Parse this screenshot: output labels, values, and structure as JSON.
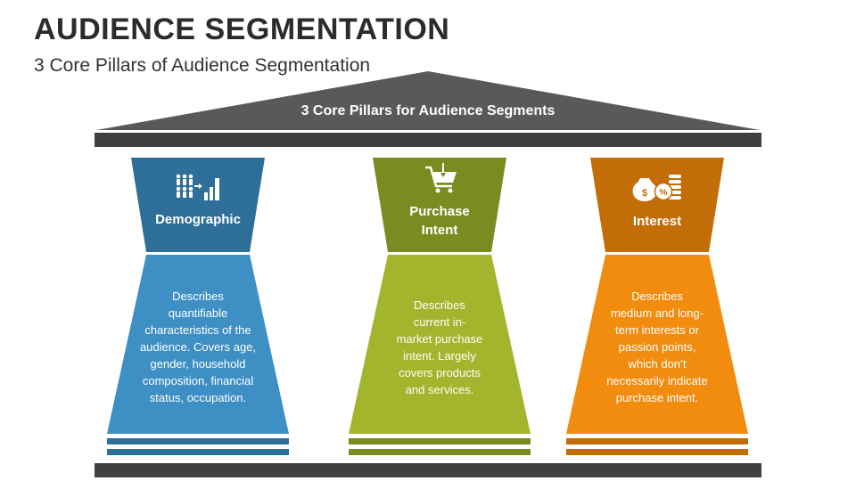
{
  "header": {
    "title": "AUDIENCE SEGMENTATION",
    "subtitle": "3 Core Pillars of Audience Segmentation"
  },
  "roof": {
    "label": "3 Core Pillars for Audience Segments"
  },
  "pillars": [
    {
      "label_lines": [
        "Demographic"
      ],
      "description_lines": [
        "Describes",
        "quantifiable",
        "characteristics of the",
        "audience. Covers age,",
        "gender, household",
        "composition, financial",
        "status, occupation."
      ],
      "icon": "people-growth-icon",
      "cap_color": "#2e6f99",
      "shaft_color": "#3d8fc4"
    },
    {
      "label_lines": [
        "Purchase",
        "Intent"
      ],
      "description_lines": [
        "Describes",
        "current in-",
        "market purchase",
        "intent. Largely",
        "covers products",
        "and services."
      ],
      "icon": "shopping-cart-icon",
      "cap_color": "#7a8c1f",
      "shaft_color": "#a3b52c"
    },
    {
      "label_lines": [
        "Interest"
      ],
      "description_lines": [
        "Describes",
        "medium and long-",
        "term interests or",
        "passion points,",
        "which don’t",
        "necessarily indicate",
        "purchase intent."
      ],
      "icon": "money-bag-icon",
      "cap_color": "#c26d08",
      "shaft_color": "#f28c0f"
    }
  ],
  "colors": {
    "roof": "#595959",
    "beam": "#3f3f3f",
    "base": "#404040"
  }
}
